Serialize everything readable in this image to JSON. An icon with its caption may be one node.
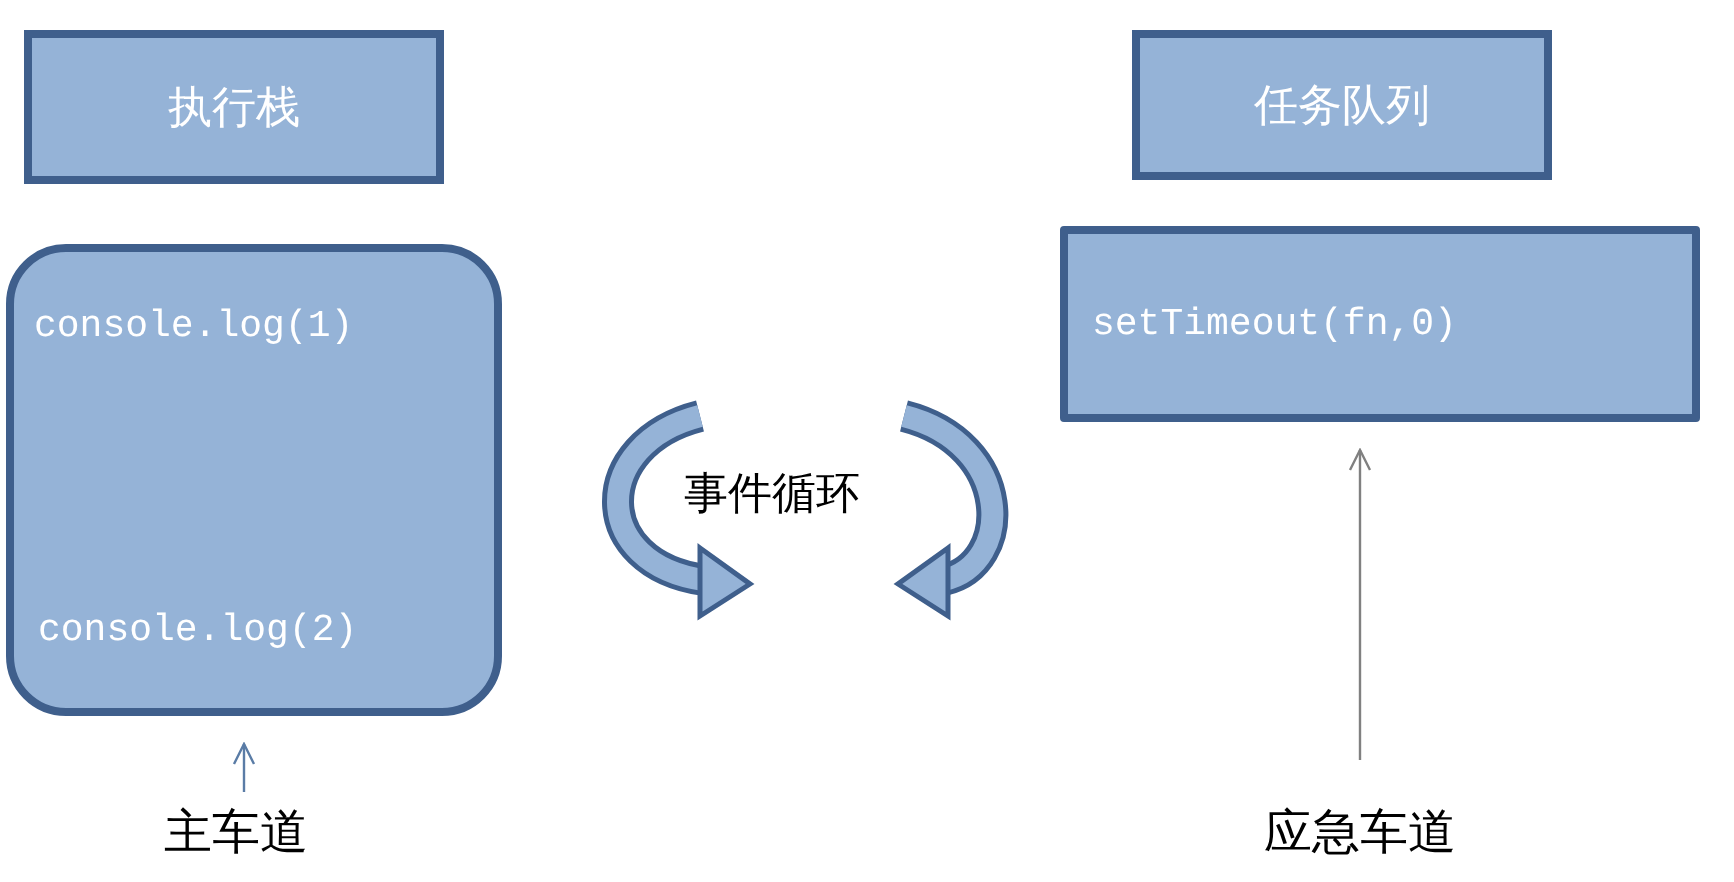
{
  "diagram": {
    "nodes": [
      {
        "text": [
          "执行栈"
        ]
      },
      {
        "text": [
          "任务队列"
        ]
      },
      {
        "text": [
          "console.log(1)",
          "console.log(2)"
        ]
      },
      {
        "text": [
          "setTimeout(fn,0)"
        ]
      },
      {
        "text": [
          "主车道"
        ]
      },
      {
        "text": [
          "应急车道"
        ]
      }
    ],
    "edges": [
      {
        "from": 4,
        "to": 2,
        "arrow": "to"
      },
      {
        "from": 5,
        "to": 3,
        "arrow": "to",
        "color": "#808080"
      }
    ],
    "labels": [
      "事件循环"
    ]
  }
}
